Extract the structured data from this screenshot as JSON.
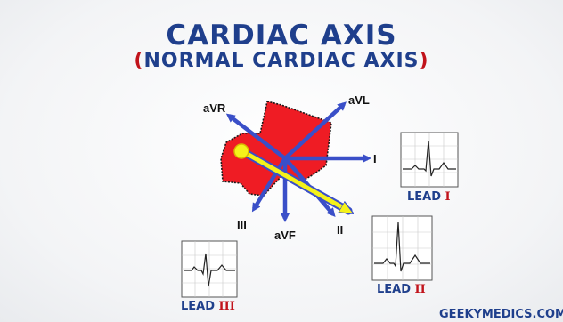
{
  "title": "CARDIAC AXIS",
  "subtitle": {
    "open": "(",
    "text": "NORMAL CARDIAC AXIS",
    "close": ")"
  },
  "axes": {
    "avr": "aVR",
    "avl": "aVL",
    "i": "I",
    "ii": "II",
    "iii": "III",
    "avf": "aVF"
  },
  "leads": [
    {
      "prefix": "LEAD ",
      "num": "I"
    },
    {
      "prefix": "LEAD ",
      "num": "II"
    },
    {
      "prefix": "LEAD ",
      "num": "III"
    }
  ],
  "footer": "GEEKYMEDICS.COM",
  "colors": {
    "title_blue": "#1f3f8c",
    "accent_red": "#c1131b",
    "heart_red": "#ef1c24",
    "axis_blue": "#3a4fc8",
    "mean_axis_yellow": "#f5f21a"
  }
}
